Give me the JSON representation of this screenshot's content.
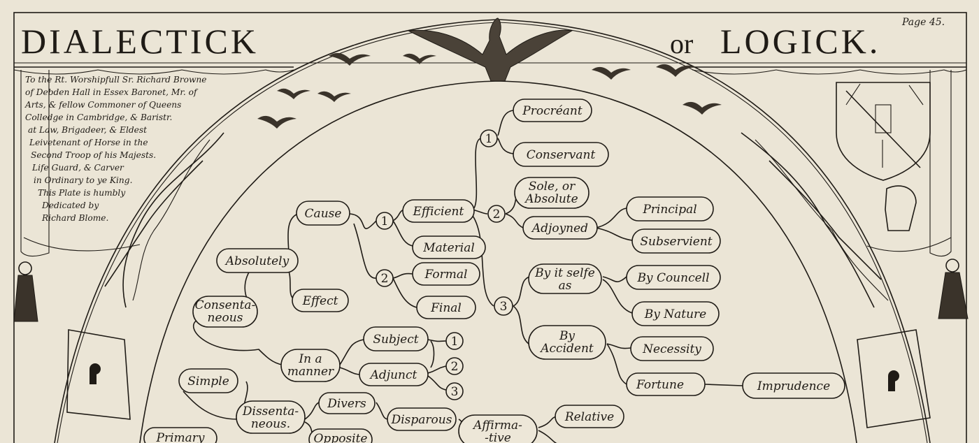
{
  "header": {
    "title_left": "DIALECTICK",
    "title_or": "or",
    "title_right": "LOGICK.",
    "page_label": "Page 45."
  },
  "dedication": [
    "To the Rt. Worshipfull Sr. Richard Browne",
    "of Debden Hall in Essex Baronet, Mr. of",
    "Arts, & fellow Commoner of Queens",
    "Colledge in Cambridge, & Baristr.",
    "at Law, Brigadeer, & Eldest",
    "Leivetenant of Horse in the",
    "Second Troop of his Majests.",
    "Life Guard, & Carver",
    "in Ordinary to ye King.",
    "This Plate is humbly",
    "Dedicated by",
    "Richard Blome."
  ],
  "nodes": {
    "procreant": "Procréant",
    "conservant": "Conservant",
    "sole_line1": "Sole, or",
    "sole_line2": "Absolute",
    "adjoyned": "Adjoyned",
    "principal": "Principal",
    "subservient": "Subservient",
    "cause": "Cause",
    "efficient": "Efficient",
    "material": "Material",
    "absolutely": "Absolutely",
    "formal": "Formal",
    "final": "Final",
    "effect": "Effect",
    "byitselfe_line1": "By it selfe",
    "byitselfe_line2": "as",
    "bycouncell": "By Councell",
    "bynature": "By Nature",
    "consentaneous_line1": "Consenta-",
    "consentaneous_line2": "neous",
    "byaccident_line1": "By",
    "byaccident_line2": "Accident",
    "necessity": "Necessity",
    "subject": "Subject",
    "inamanner_line1": "In a",
    "inamanner_line2": "manner",
    "adjunct": "Adjunct",
    "fortune": "Fortune",
    "imprudence": "Imprudence",
    "simple": "Simple",
    "divers": "Divers",
    "dissentaneous_line1": "Dissenta-",
    "dissentaneous_line2": "neous.",
    "disparous": "Disparous",
    "affirmative_line1": "Affirma-",
    "affirmative_line2": "-tive",
    "relative": "Relative",
    "primary": "Primary",
    "opposite": "Opposite"
  },
  "numerals": {
    "n1_top": "1",
    "n2_right": "2",
    "n3_right": "3",
    "n1_cause": "1",
    "n2_cause": "2",
    "n1_adj": "1",
    "n2_adj": "2",
    "n3_adj": "3"
  },
  "colors": {
    "paper": "#ebe5d6",
    "ink": "#1f1b16"
  }
}
